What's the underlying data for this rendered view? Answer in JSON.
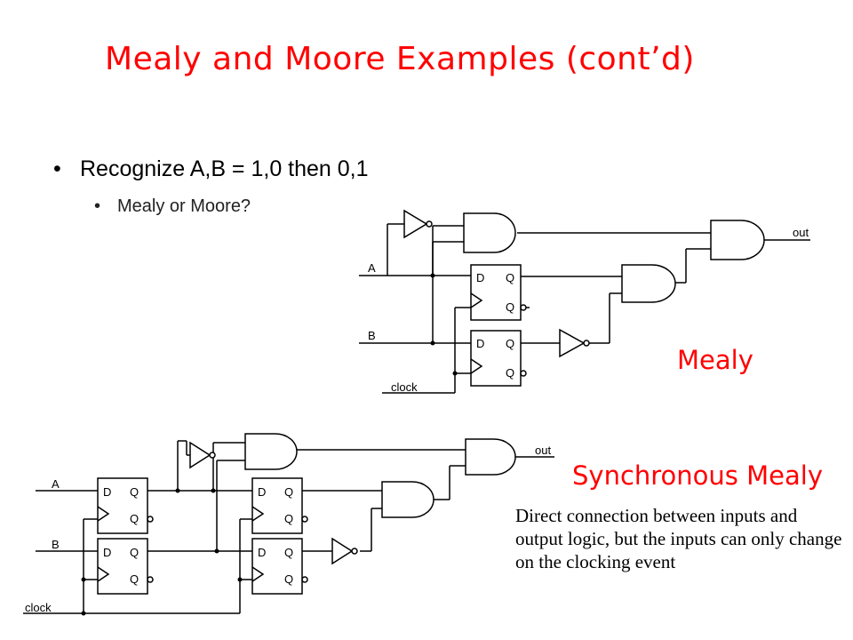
{
  "slide": {
    "title": "Mealy and Moore Examples (cont’d)",
    "bullets": [
      {
        "text": "Recognize A,B = 1,0 then 0,1",
        "glyph": "•"
      },
      {
        "text": "Mealy or Moore?",
        "glyph": "•"
      }
    ],
    "labels": {
      "mealy": "Mealy",
      "synchronous_mealy": "Synchronous Mealy"
    },
    "note": "Direct connection between inputs and output logic, but the inputs can only change on the clocking event",
    "colors": {
      "accent": "#ff0000",
      "ink": "#000000"
    }
  },
  "circuit_top": {
    "inputs": {
      "a": "A",
      "b": "B",
      "clock": "clock"
    },
    "output": "out",
    "flipflop": {
      "d": "D",
      "q": "Q",
      "qbar": "Q"
    }
  },
  "circuit_bottom": {
    "inputs": {
      "a": "A",
      "b": "B",
      "clock": "clock"
    },
    "output": "out",
    "flipflop": {
      "d": "D",
      "q": "Q",
      "qbar": "Q"
    }
  }
}
